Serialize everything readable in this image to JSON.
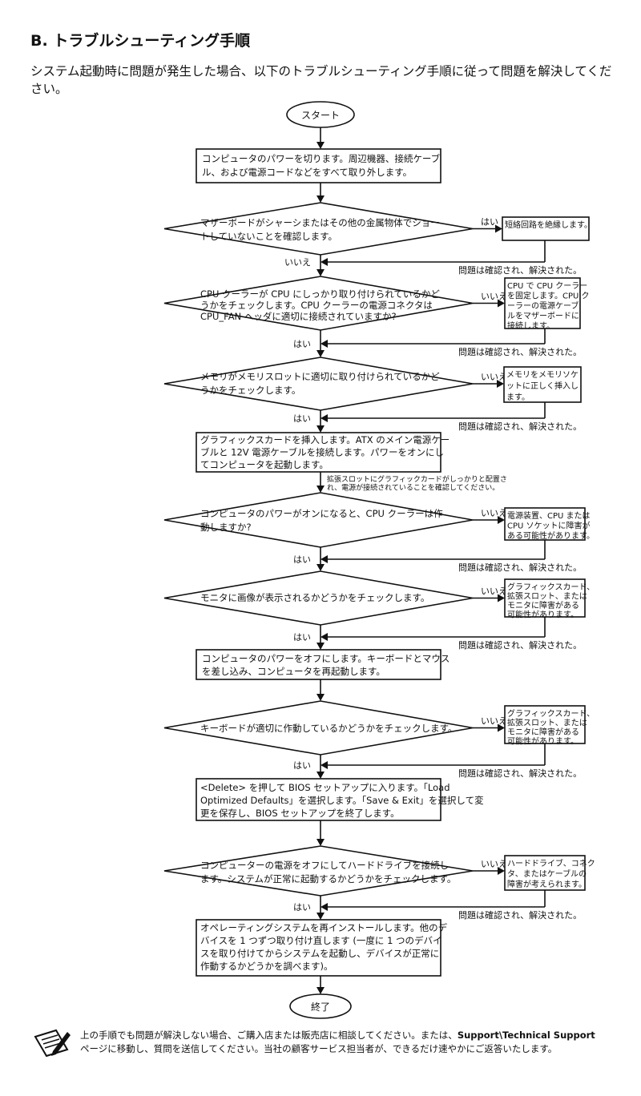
{
  "heading": "B. トラブルシューティング手順",
  "intro": "システム起動時に問題が発生した場合、以下のトラブルシューティング手順に従って問題を解決してください。",
  "start": "スタート",
  "end": "終了",
  "steps": {
    "s1": [
      "コンピュータのパワーを切ります。周辺機器、接続ケーブ",
      "ル、および電源コードなどをすべて取り外します。"
    ],
    "s2": [
      "グラフィックスカードを挿入します。ATX のメイン電源ケー",
      "ブルと 12V 電源ケーブルを接続します。パワーをオンにし",
      "てコンピュータを起動します。"
    ],
    "s3": [
      "コンピュータのパワーをオフにします。キーボードとマウス",
      "を差し込み、コンピュータを再起動します。"
    ],
    "s4": [
      "<Delete> を押して BIOS セットアップに入ります。「Load",
      "Optimized Defaults」を選択します。「Save & Exit」を選択して変",
      "更を保存し、BIOS セットアップを終了します。"
    ],
    "s5": [
      "オペレーティングシステムを再インストールします。他のデ",
      "バイスを 1 つずつ取り付け直します (一度に 1 つのデバイ",
      "スを取り付けてからシステムを起動し、デバイスが正常に",
      "作動するかどうかを調べます)。"
    ]
  },
  "decisions": {
    "d1": [
      "マザーボードがシャーシまたはその他の金属物体でショー",
      "トしていないことを確認します。"
    ],
    "d2": [
      "CPU クーラーが CPU にしっかり取り付けられているかど",
      "うかをチェックします。CPU クーラーの電源コネクタは",
      "CPU_FAN ヘッダに適切に接続されていますか?"
    ],
    "d3": [
      "メモリがメモリスロットに適切に取り付けられているかど",
      "うかをチェックします。"
    ],
    "d4": [
      "コンピュータのパワーがオンになると、CPU クーラーは作",
      "動しますか?"
    ],
    "d5": [
      "モニタに画像が表示されるかどうかをチェックします。"
    ],
    "d6": [
      "キーボードが適切に作動しているかどうかをチェックします。"
    ],
    "d7": [
      "コンピューターの電源をオフにしてハードドライブを接続し",
      "ます。システムが正常に起動するかどうかをチェックします。"
    ]
  },
  "actions": {
    "a1": [
      "短絡回路を絶縁します。"
    ],
    "a2": [
      "CPU で CPU クーラー",
      "を固定します。CPU ク",
      "ーラーの電源ケーブ",
      "ルをマザーボードに",
      "接続します。"
    ],
    "a3": [
      "メモリをメモリソケ",
      "ットに正しく挿入し",
      "ます。"
    ],
    "a4": [
      "電源装置、CPU または",
      "CPU ソケットに障害が",
      "ある可能性があります。"
    ],
    "a5": [
      "グラフィックスカード、",
      "拡張スロット、または",
      "モニタに障害がある",
      "可能性があります。"
    ],
    "a6": [
      "グラフィックスカード、",
      "拡張スロット、または",
      "モニタに障害がある",
      "可能性があります。"
    ],
    "a7": [
      "ハードドライブ、コネク",
      "タ、またはケーブルの",
      "障害が考えられます。"
    ]
  },
  "yes": "はい",
  "no": "いいえ",
  "resolved": "問題は確認され、解決された。",
  "side_note": [
    "拡張スロットにグラフィックカードがしっかりと配置さ",
    "れ、電源が接続されていることを確認してください。"
  ],
  "footer_note": {
    "line1_pre": "上の手順でも問題が解決しない場合、ご購入店または販売店に相談してください。または、",
    "link": "Support\\Technical Support",
    "line2": "ページに移動し、質問を送信してください。当社の顧客サービス担当者が、できるだけ速やかにご返答いたします。"
  }
}
